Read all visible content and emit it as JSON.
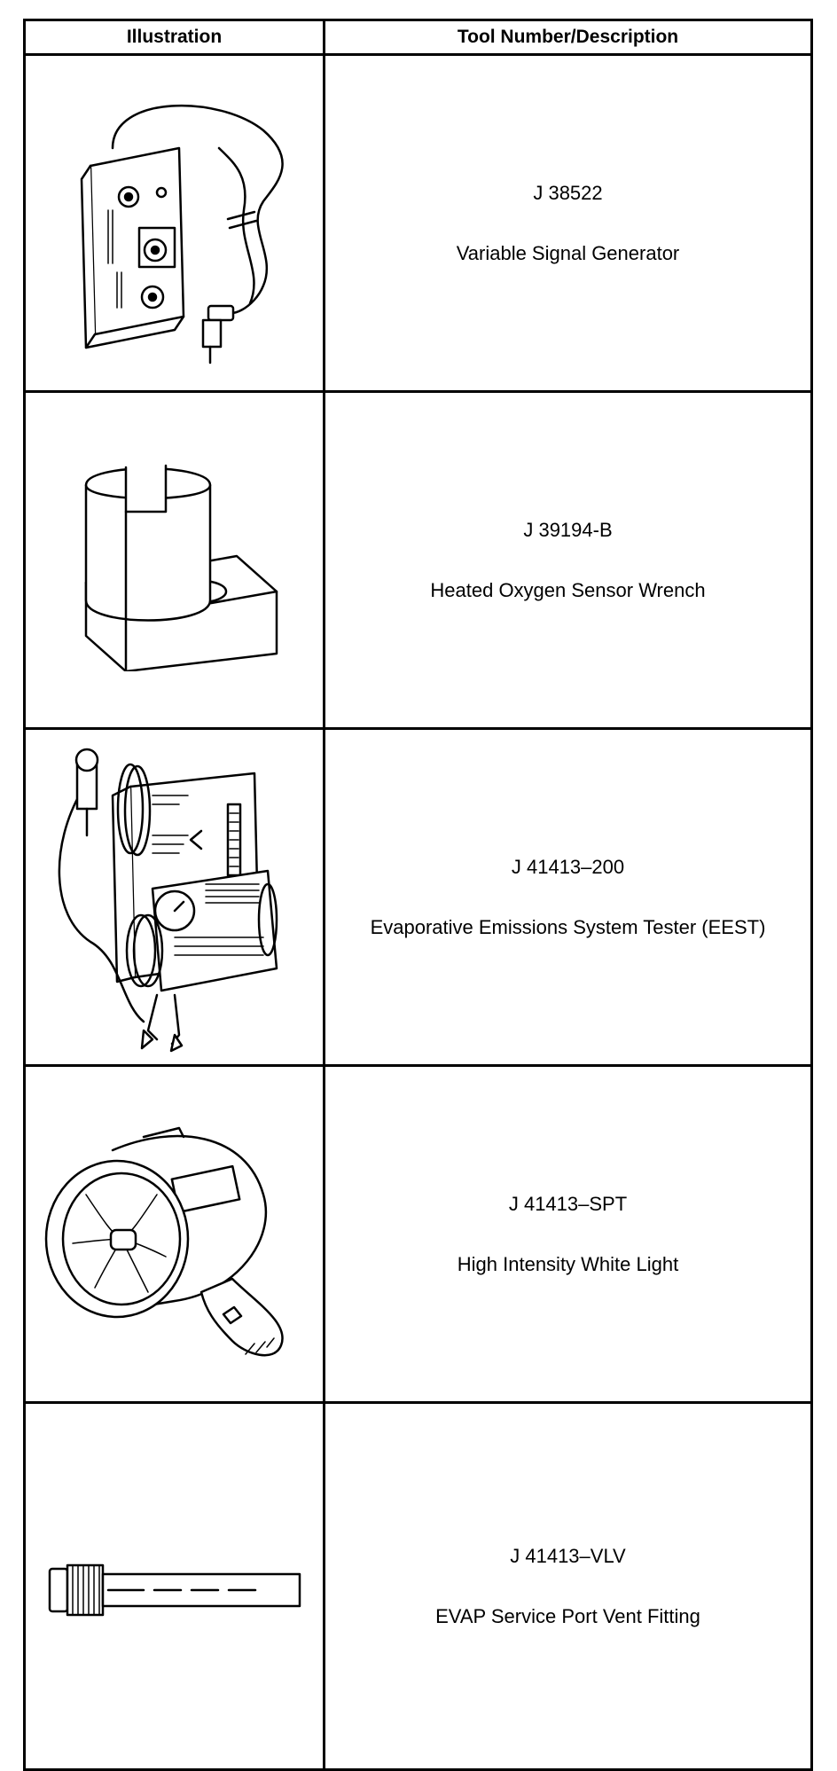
{
  "table": {
    "headers": {
      "illustration": "Illustration",
      "description": "Tool Number/Description"
    },
    "rows": [
      {
        "number": "J 38522",
        "name": "Variable Signal Generator",
        "icon": "signal-generator-icon"
      },
      {
        "number": "J 39194-B",
        "name": "Heated Oxygen Sensor Wrench",
        "icon": "oxygen-sensor-wrench-icon"
      },
      {
        "number": "J 41413–200",
        "name": "Evaporative Emissions System Tester (EEST)",
        "icon": "emissions-tester-icon"
      },
      {
        "number": "J 41413–SPT",
        "name": "High Intensity White Light",
        "icon": "white-light-icon"
      },
      {
        "number": "J 41413–VLV",
        "name": "EVAP Service Port Vent Fitting",
        "icon": "vent-fitting-icon"
      }
    ]
  }
}
